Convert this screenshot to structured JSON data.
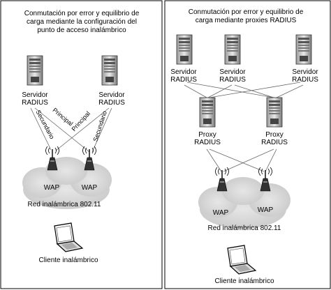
{
  "left_panel": {
    "title_lines": [
      "Conmutación por error y equilibrio de",
      "carga mediante la configuración del",
      "punto de acceso inalámbrico"
    ],
    "servers": [
      {
        "line1": "Servidor",
        "line2": "RADIUS"
      },
      {
        "line1": "Servidor",
        "line2": "RADIUS"
      }
    ],
    "link_labels": {
      "secundario_left": "Secundario",
      "principal_left": "Principal",
      "principal_right": "Principal",
      "secundario_right": "Secundario"
    },
    "waps": [
      "WAP",
      "WAP"
    ],
    "network_label": "Red inalámbrica 802.11",
    "client_label": "Cliente inalámbrico"
  },
  "right_panel": {
    "title_lines": [
      "Conmutación por error y equilibrio de",
      "carga mediante proxies RADIUS"
    ],
    "servers": [
      {
        "line1": "Servidor",
        "line2": "RADIUS"
      },
      {
        "line1": "Servidor",
        "line2": "RADIUS"
      },
      {
        "line1": "Servidor",
        "line2": "RADIUS"
      }
    ],
    "proxies": [
      {
        "line1": "Proxy",
        "line2": "RADIUS"
      },
      {
        "line1": "Proxy",
        "line2": "RADIUS"
      }
    ],
    "waps": [
      "WAP",
      "WAP"
    ],
    "network_label": "Red inalámbrica 802.11",
    "client_label": "Cliente inalámbrico"
  }
}
